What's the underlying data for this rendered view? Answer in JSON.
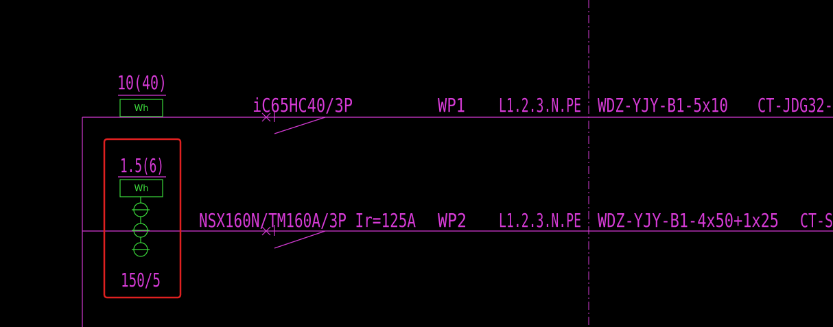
{
  "meters": {
    "m1": {
      "rating": "10(40)",
      "label": "Wh"
    },
    "m2": {
      "rating": "1.5(6)",
      "label": "Wh",
      "ct_ratio": "150/5"
    }
  },
  "circuits": {
    "c1": {
      "breaker": "iC65HC40/3P",
      "id": "WP1",
      "phases": "L1.2.3.N.PE",
      "cable": "WDZ-YJY-B1-5x10",
      "conduit": "CT-JDG32-"
    },
    "c2": {
      "breaker": "NSX160N/TM160A/3P Ir=125A",
      "id": "WP2",
      "phases": "L1.2.3.N.PE",
      "cable": "WDZ-YJY-B1-4x50+1x25",
      "conduit": "CT-S"
    }
  },
  "colors": {
    "wire": "#d63bd6",
    "meter": "#3bdc3b",
    "highlight": "#e02020",
    "background": "#000000"
  }
}
